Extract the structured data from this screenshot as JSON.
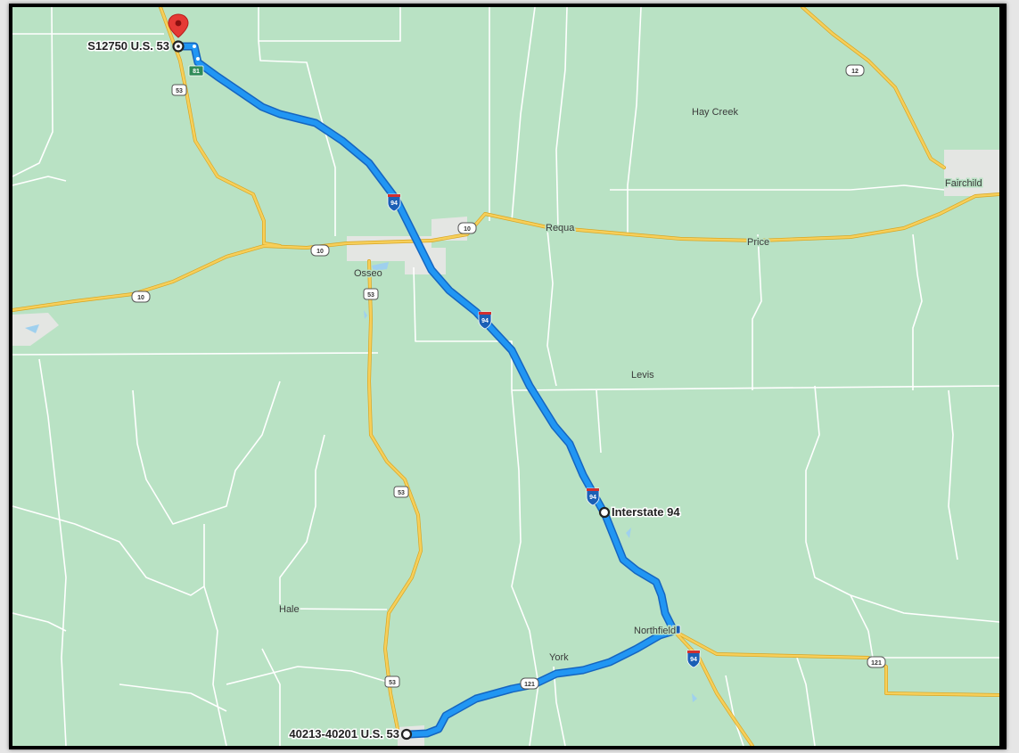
{
  "markers": {
    "start": {
      "label": "S12750 U.S. 53"
    },
    "via": {
      "label": "Interstate 94"
    },
    "end": {
      "label": "40213-40201 U.S. 53"
    }
  },
  "places": {
    "osseo": "Osseo",
    "requa": "Requa",
    "price": "Price",
    "levis": "Levis",
    "hay_creek": "Hay Creek",
    "fairchild": "Fairchild",
    "hale": "Hale",
    "york": "York",
    "northfield": "Northfield"
  },
  "shields": {
    "us53": "53",
    "us10": "10",
    "us12": "12",
    "i94": "94",
    "hwy121": "121",
    "hwy81": "81"
  },
  "colors": {
    "land": "#b9e2c4",
    "route": "#1e88e5",
    "route_border": "#1565c0",
    "highway": "#f2c44a",
    "minor_road": "#ffffff",
    "pin": "#e53935",
    "town_area": "#e4e6e3"
  }
}
